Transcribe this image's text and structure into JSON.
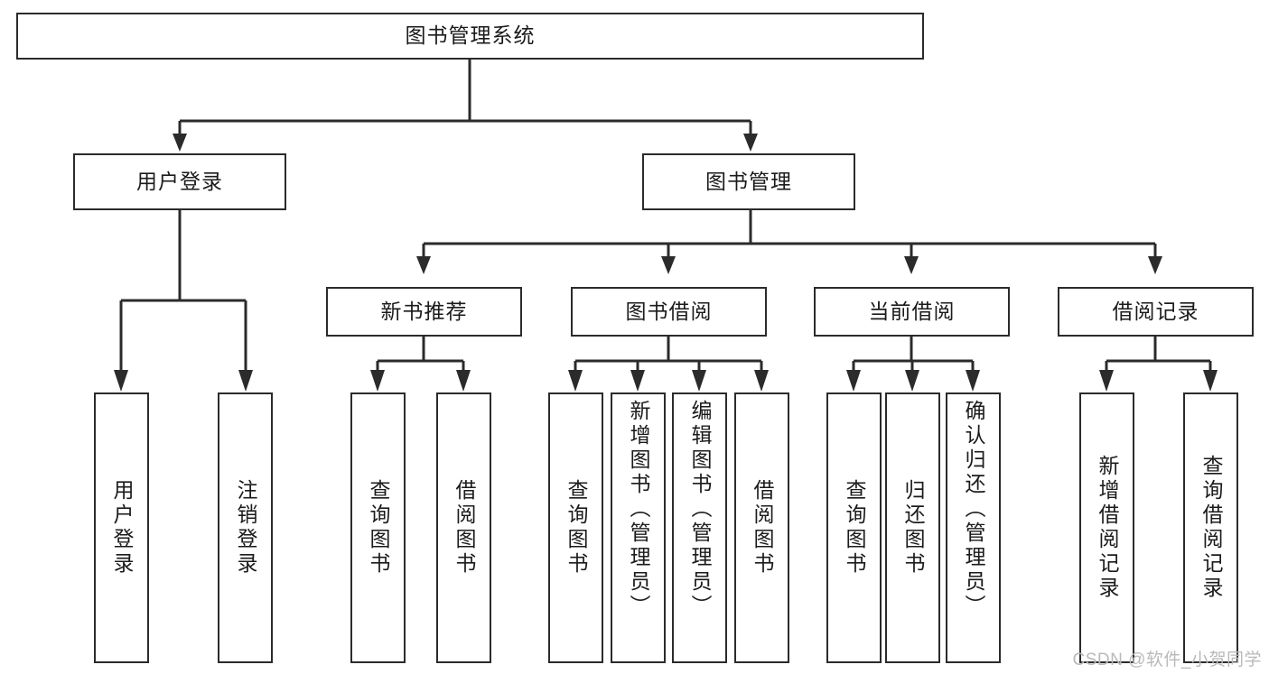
{
  "diagram": {
    "title": "图书管理系统",
    "type": "tree",
    "watermark": "CSDN @软件_小贺同学",
    "colors": {
      "stroke": "#2b2b2b",
      "fill": "#ffffff",
      "text": "#1b1b1b",
      "watermark": "#b9b9b9"
    },
    "root": {
      "label": "图书管理系统"
    },
    "level2": [
      {
        "label": "用户登录"
      },
      {
        "label": "图书管理"
      }
    ],
    "level3": [
      {
        "label": "新书推荐"
      },
      {
        "label": "图书借阅"
      },
      {
        "label": "当前借阅"
      },
      {
        "label": "借阅记录"
      }
    ],
    "leaves": {
      "user_login": [
        {
          "label": "用户登录"
        },
        {
          "label": "注销登录"
        }
      ],
      "new_book": [
        {
          "label": "查询图书"
        },
        {
          "label": "借阅图书"
        }
      ],
      "borrow_book": [
        {
          "label": "查询图书"
        },
        {
          "label": "新增图书（管理员）"
        },
        {
          "label": "编辑图书（管理员）"
        },
        {
          "label": "借阅图书"
        }
      ],
      "current_borrow": [
        {
          "label": "查询图书"
        },
        {
          "label": "归还图书"
        },
        {
          "label": "确认归还（管理员）"
        }
      ],
      "borrow_record": [
        {
          "label": "新增借阅记录"
        },
        {
          "label": "查询借阅记录"
        }
      ]
    }
  }
}
